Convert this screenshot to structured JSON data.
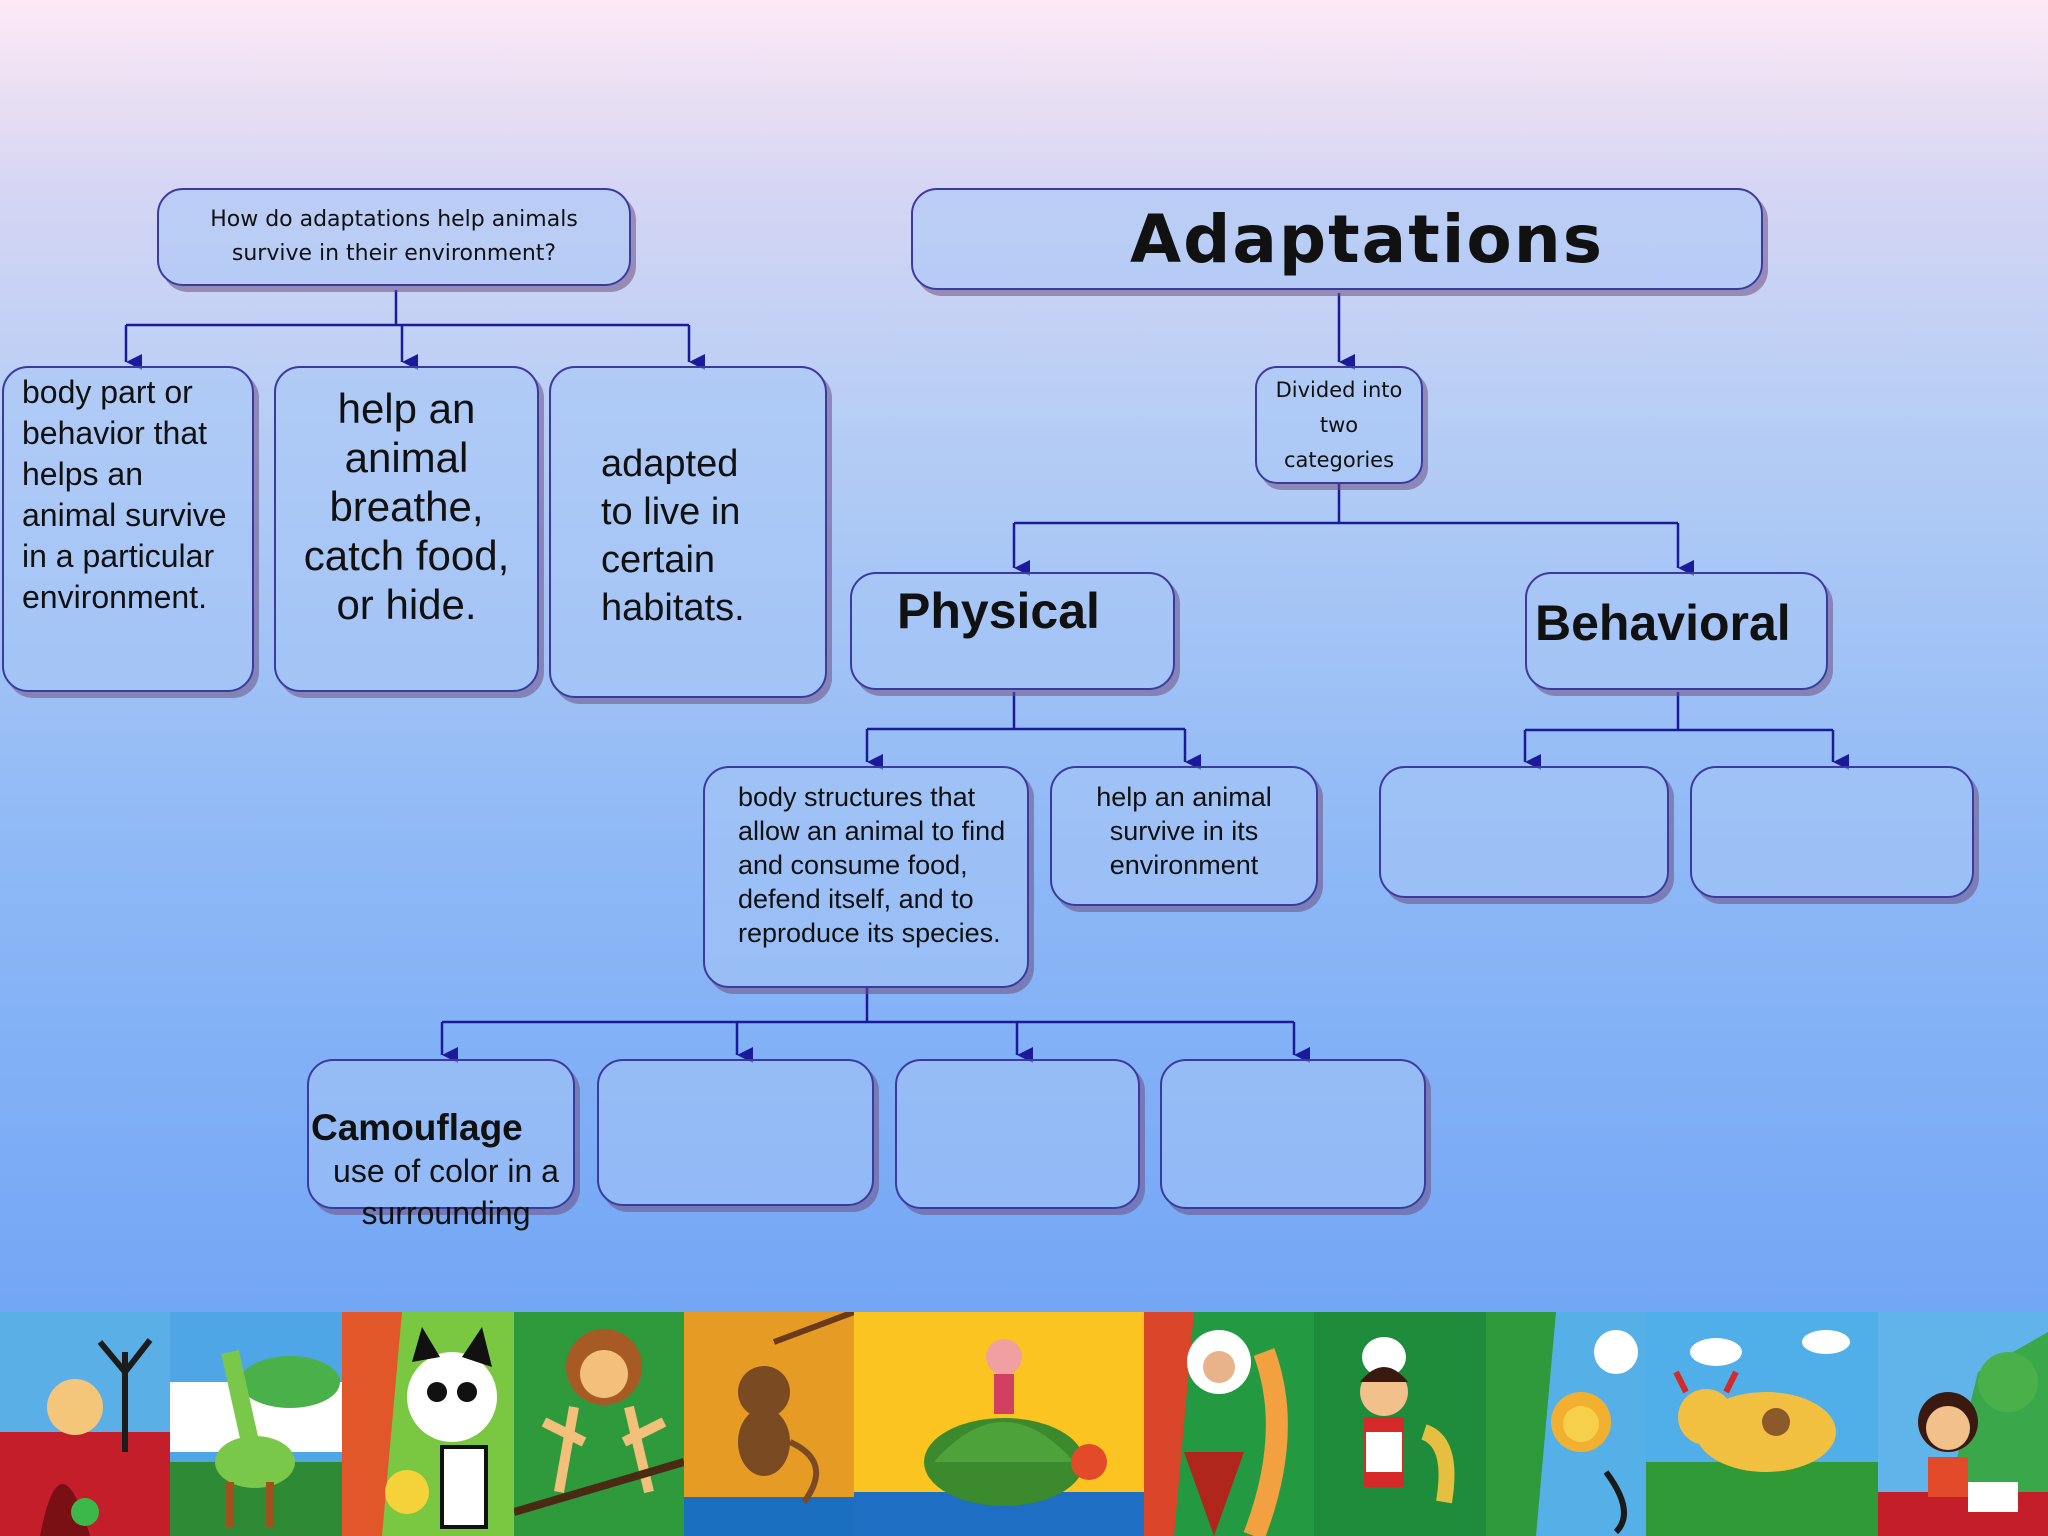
{
  "question": "How do adaptations help animals survive in their environment?",
  "title": "Adaptations",
  "divided": "Divided into two categories",
  "definitions": [
    "body part or behavior that helps an animal survive in a particular environment.",
    "help an animal breathe, catch food, or hide.",
    "adapted to live in certain habitats."
  ],
  "physical": {
    "label": "Physical",
    "desc_1": "body structures that allow an animal to find and consume food, defend itself, and to reproduce its species.",
    "desc_2": "help an animal survive in its environment"
  },
  "behavioral": {
    "label": "Behavioral"
  },
  "camouflage": {
    "label": "Camouflage",
    "desc": "use of color in a surrounding"
  },
  "colors": {
    "line": "#1a1a9a",
    "box_border": "#3a3aa0",
    "box_fill": "#a8c6f6"
  },
  "banner_icons": [
    "kid-in-hole",
    "giraffe",
    "cat-and-duck",
    "monkey-on-branch",
    "hanging-monkey",
    "kid-on-turtle",
    "white-monkey",
    "chef",
    "lion-in-tree",
    "cow",
    "girl-reading"
  ]
}
